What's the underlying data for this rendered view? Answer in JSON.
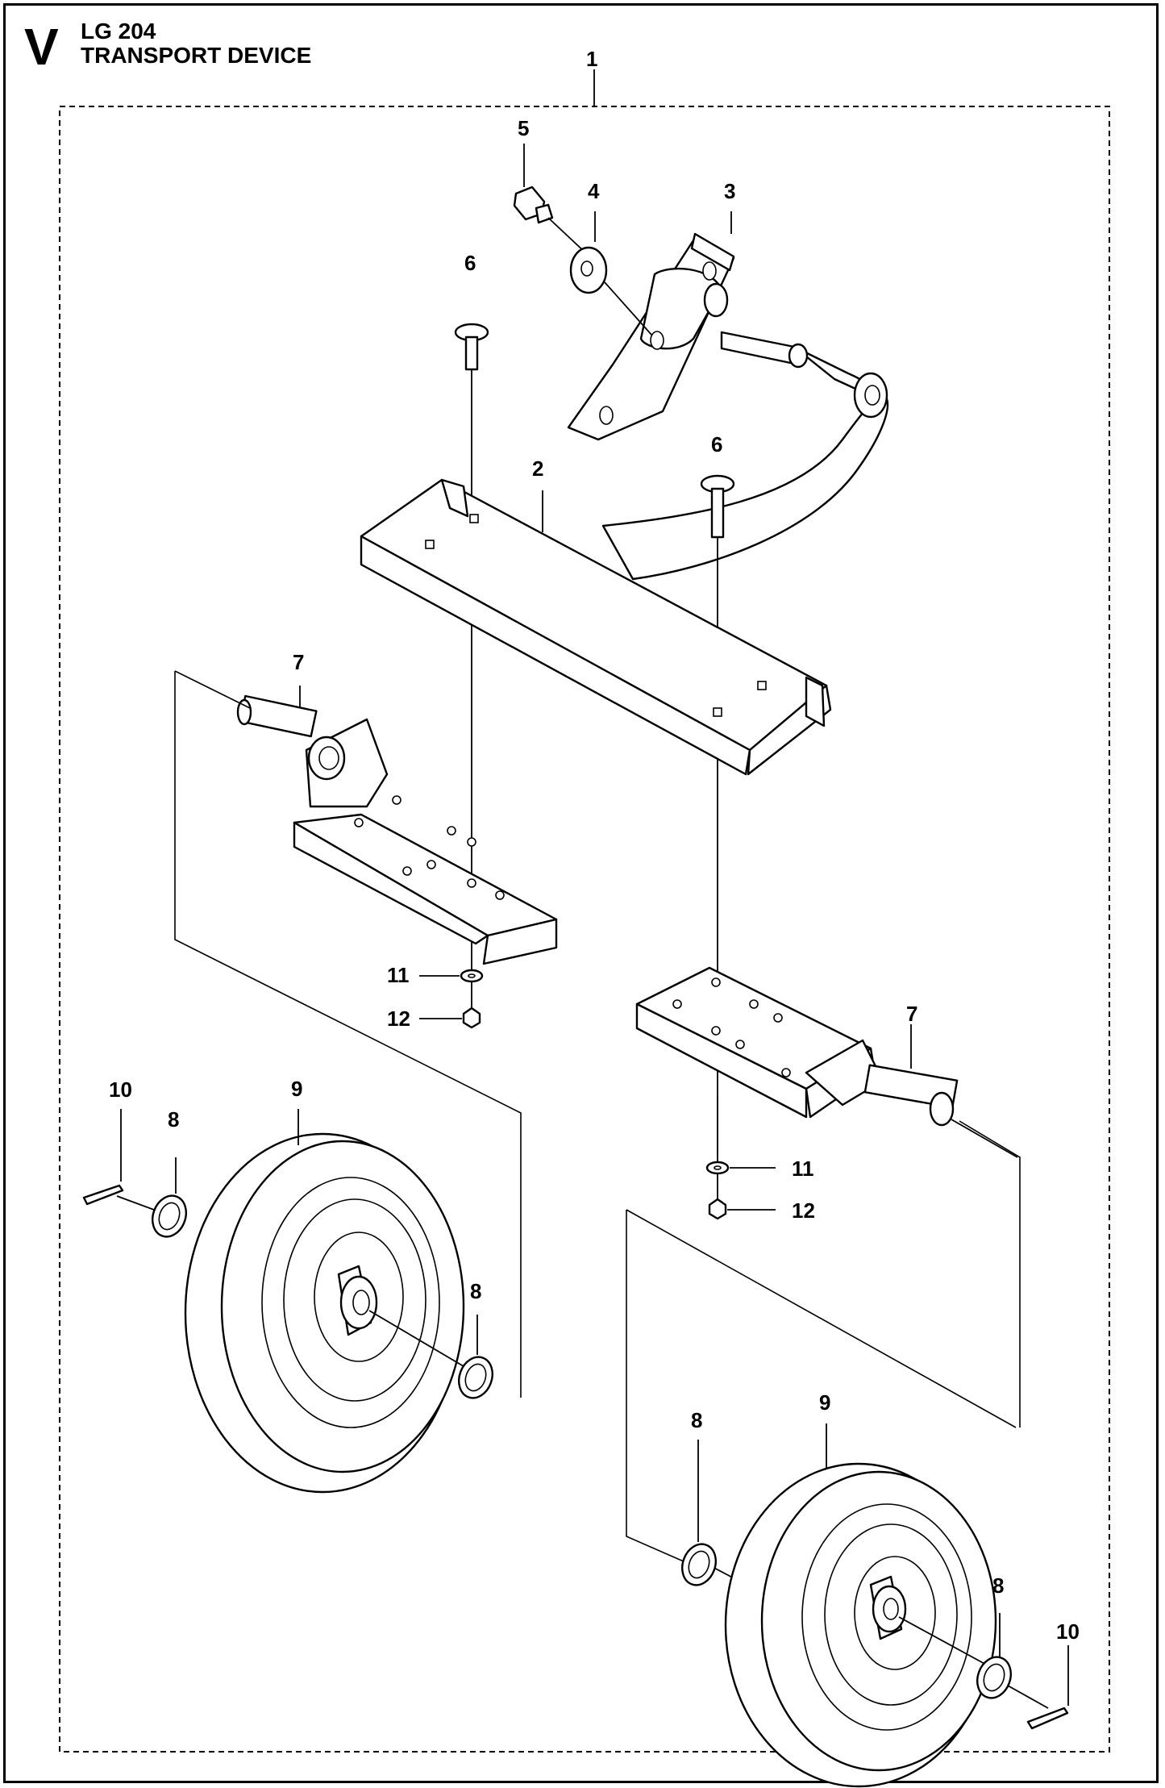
{
  "header": {
    "section_letter": "V",
    "model": "LG 204",
    "title": "TRANSPORT DEVICE"
  },
  "callouts": {
    "assembly": "1",
    "frame": "2",
    "handle": "3",
    "washer_top": "4",
    "bolt": "5",
    "carriage_bolt_left": "6",
    "carriage_bolt_right": "6",
    "axle_bracket_left": "7",
    "axle_bracket_right": "7",
    "washer_left_outer": "8",
    "washer_left_inner": "8",
    "washer_right_inner": "8",
    "washer_right_outer": "8",
    "wheel_left": "9",
    "wheel_right": "9",
    "cotter_pin_left": "10",
    "cotter_pin_right": "10",
    "flat_washer_left": "11",
    "flat_washer_right": "11",
    "nut_left": "12",
    "nut_right": "12"
  }
}
